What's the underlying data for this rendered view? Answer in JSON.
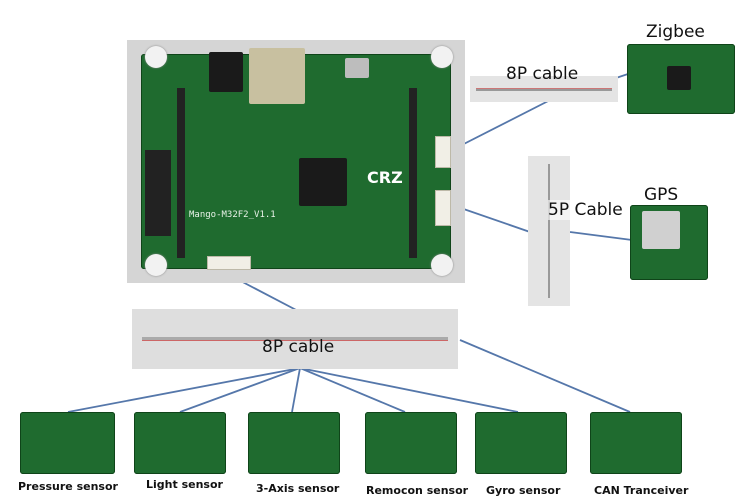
{
  "labels": {
    "zigbee": "Zigbee",
    "gps": "GPS",
    "cable_8p_top": "8P cable",
    "cable_5p": "5P Cable",
    "cable_8p_bottom": "8P cable"
  },
  "board": {
    "silkscreen": "Mango-M32F2_V1.1",
    "logo": "CRZ"
  },
  "sensors": [
    {
      "label": "Pressure sensor"
    },
    {
      "label": "Light sensor"
    },
    {
      "label": "3-Axis sensor"
    },
    {
      "label": "Remocon sensor"
    },
    {
      "label": "Gyro sensor"
    },
    {
      "label": "CAN Tranceiver"
    }
  ],
  "colors": {
    "wire": "#5577aa",
    "pcb_green": "#1f6b2f",
    "photo_bg": "#d5d5d5"
  }
}
